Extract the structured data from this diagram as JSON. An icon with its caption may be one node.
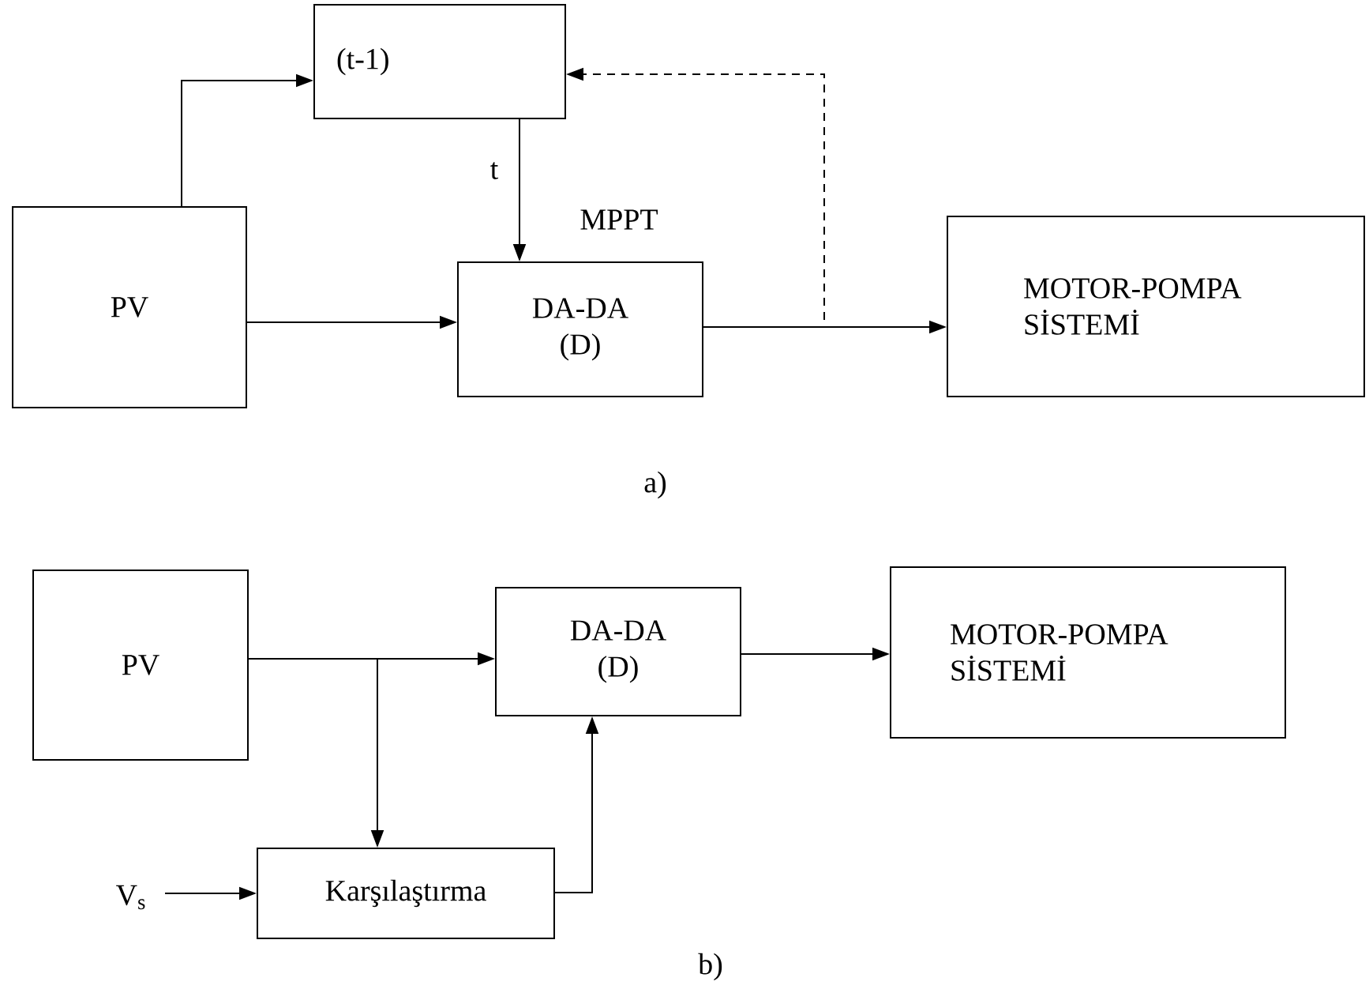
{
  "diagram": {
    "nodes": [
      {
        "text": [
          "(t-1)"
        ]
      },
      {
        "text": [
          "PV"
        ]
      },
      {
        "text": [
          "DA-DA (D)"
        ]
      },
      {
        "text": [
          "MOTOR-POMPA SİSTEMİ"
        ]
      },
      {
        "text": [
          "PV"
        ]
      },
      {
        "text": [
          "DA-DA (D)"
        ]
      },
      {
        "text": [
          "MOTOR-POMPA SİSTEMİ"
        ]
      },
      {
        "text": [
          "V$_{s}$"
        ]
      },
      {
        "text": [
          "Karşılaştırma"
        ]
      }
    ],
    "edges": [
      {
        "from": 1,
        "to": 0,
        "arrow": "to"
      },
      {
        "from": 0,
        "to": 2,
        "arrow": "to",
        "label": "t"
      },
      {
        "from": 1,
        "to": 2,
        "arrow": "to"
      },
      {
        "from": 2,
        "to": 3,
        "arrow": "to"
      },
      {
        "from": 2,
        "to": 0,
        "arrow": "to",
        "style": "dashed"
      },
      {
        "from": 4,
        "to": 5,
        "arrow": "to"
      },
      {
        "from": 4,
        "to": 8,
        "arrow": "to"
      },
      {
        "from": 8,
        "to": 5,
        "arrow": "to"
      },
      {
        "from": 7,
        "to": 8,
        "arrow": "to"
      },
      {
        "from": 5,
        "to": 6,
        "arrow": "to"
      }
    ],
    "labels": [
      "MPPT",
      "a)",
      "b)"
    ]
  }
}
